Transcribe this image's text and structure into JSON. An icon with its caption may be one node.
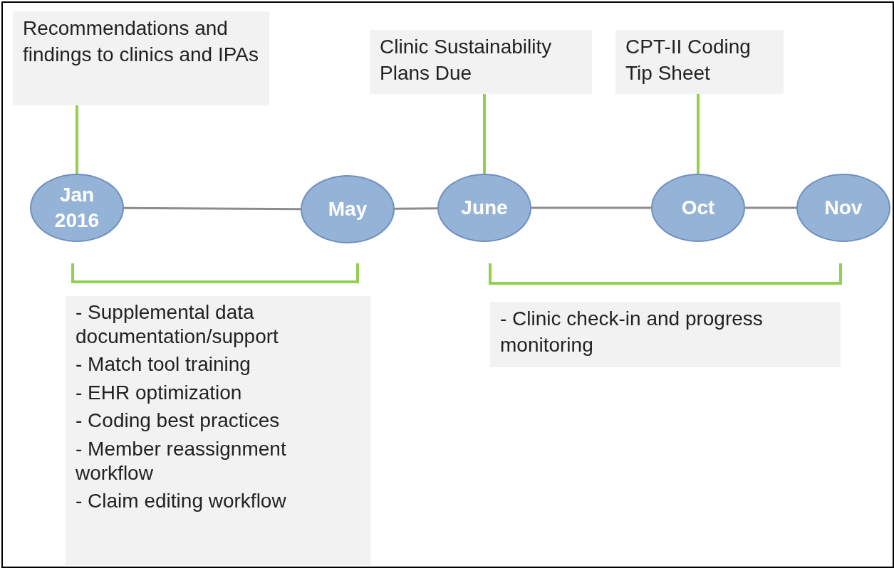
{
  "diagram": {
    "nodes": [
      {
        "text": [
          "Recommendations and findings to clinics and IPAs"
        ]
      },
      {
        "text": [
          "Clinic Sustainability Plans Due"
        ]
      },
      {
        "text": [
          "CPT-II Coding Tip Sheet"
        ]
      },
      {
        "text": [
          "Jan 2016"
        ]
      },
      {
        "text": [
          "May"
        ]
      },
      {
        "text": [
          "June"
        ]
      },
      {
        "text": [
          "Oct"
        ]
      },
      {
        "text": [
          "Nov"
        ]
      },
      {
        "text": [
          "- Supplemental data documentation/support",
          "- Match tool training",
          "- EHR optimization",
          "- Coding best practices",
          "- Member reassignment workflow",
          "- Claim editing workflow"
        ]
      },
      {
        "text": [
          "- Clinic check-in and progress monitoring"
        ]
      }
    ],
    "edges": [
      {
        "from": 0,
        "to": 3,
        "arrow": "none",
        "color": "#92d050"
      },
      {
        "from": 1,
        "to": 5,
        "arrow": "none",
        "color": "#92d050"
      },
      {
        "from": 2,
        "to": 6,
        "arrow": "none",
        "color": "#92d050"
      },
      {
        "from": 3,
        "to": 4,
        "arrow": "none"
      },
      {
        "from": 4,
        "to": 5,
        "arrow": "none"
      },
      {
        "from": 5,
        "to": 6,
        "arrow": "none"
      },
      {
        "from": 6,
        "to": 7,
        "arrow": "none"
      }
    ]
  }
}
